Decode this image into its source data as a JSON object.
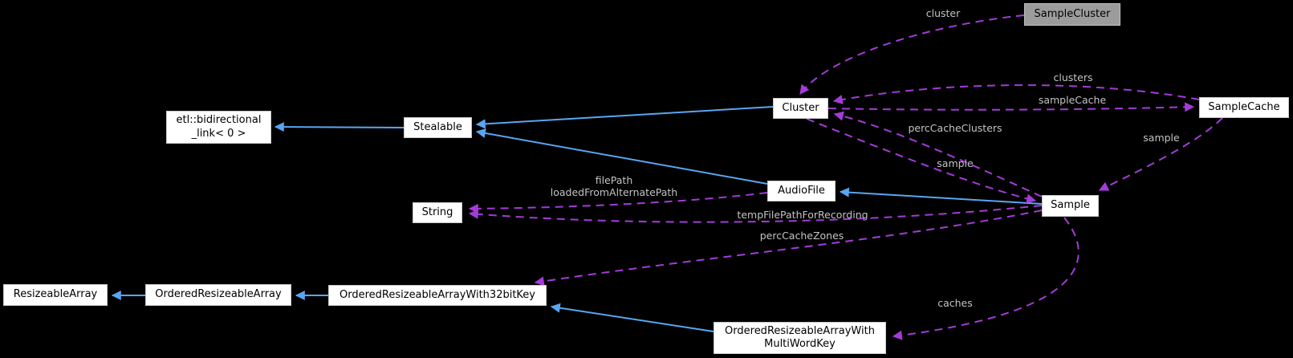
{
  "diagram": {
    "kind": "doxygen-collaboration-graph",
    "colors": {
      "background": "#000000",
      "inheritance": "#58a6f2",
      "usage": "#a43bd9",
      "edge_label": "#c3c3c3",
      "node_bg": "#ffffff",
      "node_border": "#c8c8c8",
      "node_text": "#000000",
      "highlight_bg": "#9c9c9c",
      "highlight_border": "#c0c0c0"
    },
    "nodes": {
      "samplecluster": {
        "label": "SampleCluster"
      },
      "cluster": {
        "label": "Cluster"
      },
      "samplecache": {
        "label": "SampleCache"
      },
      "sample": {
        "label": "Sample"
      },
      "audiofile": {
        "label": "AudioFile"
      },
      "stealable": {
        "label": "Stealable"
      },
      "etl": {
        "label": "etl::bidirectional\n_link< 0 >"
      },
      "string": {
        "label": "String"
      },
      "resizeablearray": {
        "label": "ResizeableArray"
      },
      "orderedresizeablearray": {
        "label": "OrderedResizeableArray"
      },
      "ora32": {
        "label": "OrderedResizeableArrayWith32bitKey"
      },
      "oramw": {
        "label": "OrderedResizeableArrayWith\nMultiWordKey"
      }
    },
    "edges": {
      "e_cluster": {
        "from": "SampleCluster",
        "to": "Cluster",
        "label": "cluster"
      },
      "e_clusters": {
        "from": "SampleCache",
        "to": "Cluster",
        "label": "clusters"
      },
      "e_samplecache": {
        "from": "Cluster",
        "to": "SampleCache",
        "label": "sampleCache"
      },
      "e_perccacheclusters": {
        "from": "Sample",
        "to": "Cluster",
        "label": "percCacheClusters"
      },
      "e_sample_cluster": {
        "from": "Cluster",
        "to": "Sample",
        "label": "sample"
      },
      "e_sample_samplecache": {
        "from": "SampleCache",
        "to": "Sample",
        "label": "sample"
      },
      "e_filepath": {
        "from": "AudioFile",
        "to": "String",
        "label": "filePath",
        "label2": "loadedFromAlternatePath"
      },
      "e_tempfilepath": {
        "from": "Sample",
        "to": "String",
        "label": "tempFilePathForRecording"
      },
      "e_perccachezones": {
        "from": "Sample",
        "to": "OrderedResizeableArrayWith32bitKey",
        "label": "percCacheZones"
      },
      "e_caches": {
        "from": "Sample",
        "to": "OrderedResizeableArrayWithMultiWordKey",
        "label": "caches"
      }
    },
    "inheritance": [
      {
        "from": "Stealable",
        "to": "etl::bidirectional_link< 0 >"
      },
      {
        "from": "Cluster",
        "to": "Stealable"
      },
      {
        "from": "AudioFile",
        "to": "Stealable"
      },
      {
        "from": "Sample",
        "to": "AudioFile"
      },
      {
        "from": "OrderedResizeableArray",
        "to": "ResizeableArray"
      },
      {
        "from": "OrderedResizeableArrayWith32bitKey",
        "to": "OrderedResizeableArray"
      },
      {
        "from": "OrderedResizeableArrayWithMultiWordKey",
        "to": "OrderedResizeableArrayWith32bitKey"
      }
    ]
  }
}
